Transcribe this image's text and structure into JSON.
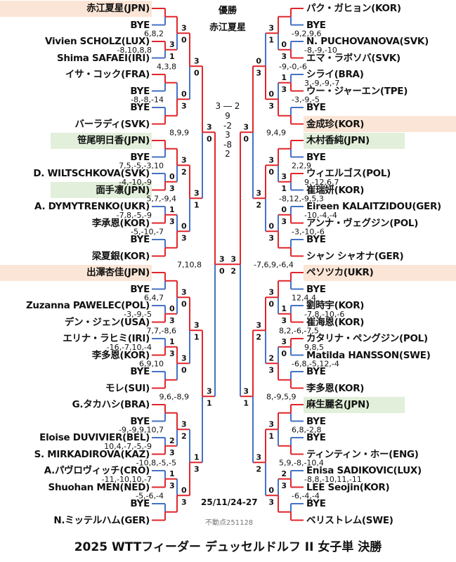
{
  "title": "2025 WTTフィーダー デュッセルドルフ II 女子単 決勝",
  "champion_label": "優勝",
  "champion_name": "赤江夏星",
  "final": {
    "score": "3 ― 2",
    "games": [
      "9",
      "-2",
      "3",
      "-8",
      "2"
    ],
    "s": [
      3,
      2
    ]
  },
  "date": "25/11/24-27",
  "stamp": "不動点251128",
  "colors": {
    "win": "#e0262b",
    "lose": "#4472c4",
    "peach": "#fbe5d6",
    "green": "#e2efda"
  },
  "left": {
    "players": [
      {
        "name": "赤江夏星(JPN)",
        "hl": "peach"
      },
      {
        "name": "BYE"
      },
      {
        "name": "Vivien SCHOLZ(LUX)"
      },
      {
        "name": "Shima SAFAEI(IRI)"
      },
      {
        "name": "イサ・コック(FRA)"
      },
      {
        "name": "BYE"
      },
      {
        "name": "BYE"
      },
      {
        "name": "バーラディ(SVK)"
      },
      {
        "name": "笹尾明日香(JPN)",
        "hl": "green"
      },
      {
        "name": "BYE"
      },
      {
        "name": "D. WILTSCHKOVA(SVK)"
      },
      {
        "name": "面手凛(JPN)",
        "hl": "green"
      },
      {
        "name": "A. DYMYTRENKO(UKR)"
      },
      {
        "name": "李承恩(KOR)"
      },
      {
        "name": "BYE"
      },
      {
        "name": "梁夏銀(KOR)"
      },
      {
        "name": "出澤杏佳(JPN)",
        "hl": "peach"
      },
      {
        "name": "BYE"
      },
      {
        "name": "Zuzanna PAWELEC(POL)"
      },
      {
        "name": "デン・ジェン(USA)"
      },
      {
        "name": "エリナ・ラヒミ(IRI)"
      },
      {
        "name": "李多恩(KOR)"
      },
      {
        "name": "BYE"
      },
      {
        "name": "モレ(SUI)"
      },
      {
        "name": "G.タカハシ(BRA)"
      },
      {
        "name": "BYE"
      },
      {
        "name": "Eloise DUVIVIER(BEL)"
      },
      {
        "name": "S. MIRKADIROVA(KAZ)"
      },
      {
        "name": "A.パヴロヴィッチ(CRO)"
      },
      {
        "name": "Shuohan MEN(NED)"
      },
      {
        "name": "BYE"
      },
      {
        "name": "N.ミッテルハム(GER)"
      }
    ],
    "rounds": [
      [
        {
          "s": null
        },
        {
          "s": [
            3,
            1
          ],
          "g": "-8,10,8,8"
        },
        {
          "s": null
        },
        {
          "s": null
        },
        {
          "s": null
        },
        {
          "s": [
            0,
            3
          ],
          "g": "-4,-10,-9"
        },
        {
          "s": [
            1,
            3
          ],
          "g": "-7,8,-5,-9"
        },
        {
          "s": null
        },
        {
          "s": null
        },
        {
          "s": [
            0,
            3
          ],
          "g": "-3,-9,-5"
        },
        {
          "s": [
            1,
            3
          ],
          "g": "-16,-7,10,-4"
        },
        {
          "s": null
        },
        {
          "s": null
        },
        {
          "s": [
            2,
            3
          ],
          "g": "10,4,-7,-5,-9"
        },
        {
          "s": [
            1,
            3
          ],
          "g": "-11,-10,10,-7"
        },
        {
          "s": null
        }
      ],
      [
        {
          "s": [
            3,
            0
          ],
          "g": "6,8,2"
        },
        {
          "s": [
            0,
            3
          ],
          "g": "-8,-8,-14"
        },
        {
          "s": [
            3,
            2
          ],
          "g": "7,5,-5,-3,10"
        },
        {
          "s": [
            0,
            3
          ],
          "g": "-5,-10,-7"
        },
        {
          "s": [
            3,
            0
          ],
          "g": "6,4,7"
        },
        {
          "s": [
            3,
            0
          ],
          "g": "6,9,10"
        },
        {
          "s": [
            3,
            2
          ],
          "g": "-9,-9,9,10,7"
        },
        {
          "s": [
            0,
            3
          ],
          "g": "-5,-6,-4"
        }
      ],
      [
        {
          "s": [
            3,
            0
          ],
          "g": "4,3,8"
        },
        {
          "s": [
            3,
            1
          ],
          "g": "5,7,-9,4"
        },
        {
          "s": [
            3,
            1
          ],
          "g": "7,7,-8,6"
        },
        {
          "s": [
            1,
            3
          ],
          "g": "-10,8,-5,-5"
        }
      ],
      [
        {
          "s": [
            3,
            0
          ],
          "g": "8,9,9"
        },
        {
          "s": [
            3,
            1
          ],
          "g": "9,6,-8,9"
        }
      ],
      [
        {
          "s": [
            3,
            0
          ],
          "g": "7,10,8"
        }
      ]
    ]
  },
  "right": {
    "players": [
      {
        "name": "パク・ガヒョン(KOR)"
      },
      {
        "name": "BYE"
      },
      {
        "name": "N. PUCHOVANOVA(SVK)"
      },
      {
        "name": "エマ・ラボソバ(SVK)"
      },
      {
        "name": "シライ(BRA)"
      },
      {
        "name": "ウー・ジャーエン(TPE)"
      },
      {
        "name": "BYE"
      },
      {
        "name": "金成珍(KOR)",
        "hl": "peach"
      },
      {
        "name": "木村香純(JPN)",
        "hl": "green"
      },
      {
        "name": "BYE"
      },
      {
        "name": "ウィエルゴス(POL)"
      },
      {
        "name": "崔瑞妍(KOR)"
      },
      {
        "name": "Eireen KALAITZIDOU(GER)"
      },
      {
        "name": "アンナ・ヴェグジン(POL)"
      },
      {
        "name": "BYE"
      },
      {
        "name": "シャン シャオナ(GER)"
      },
      {
        "name": "ペソツカ(UKR)",
        "hl": "peach"
      },
      {
        "name": "BYE"
      },
      {
        "name": "劉時宇(KOR)"
      },
      {
        "name": "崔海恩(KOR)"
      },
      {
        "name": "カタリナ・ペングジン(POL)"
      },
      {
        "name": "Matilda HANSSON(SWE)"
      },
      {
        "name": "BYE"
      },
      {
        "name": "李多恩(KOR)"
      },
      {
        "name": "麻生麗名(JPN)",
        "hl": "green"
      },
      {
        "name": "BYE"
      },
      {
        "name": "BYE"
      },
      {
        "name": "ティンティン・ホー(ENG)"
      },
      {
        "name": "Enisa SADIKOVIC(LUX)"
      },
      {
        "name": "LEE Seojin(KOR)"
      },
      {
        "name": "BYE"
      },
      {
        "name": "ベリストレム(SWE)"
      }
    ],
    "rounds": [
      [
        {
          "s": null
        },
        {
          "s": [
            0,
            3
          ],
          "g": "-8,-9,-10"
        },
        {
          "s": [
            1,
            3
          ],
          "g": "3,-9,-9,-7"
        },
        {
          "s": null
        },
        {
          "s": null
        },
        {
          "s": [
            3,
            1
          ],
          "g": "9,-12,6,7"
        },
        {
          "s": [
            0,
            3
          ],
          "g": "-10,-4,-4"
        },
        {
          "s": null
        },
        {
          "s": null
        },
        {
          "s": [
            1,
            3
          ],
          "g": "-7,8,-10,-6"
        },
        {
          "s": [
            3,
            0
          ],
          "g": "9,8,5"
        },
        {
          "s": null
        },
        {
          "s": null
        },
        {
          "s": null
        },
        {
          "s": [
            2,
            3
          ],
          "g": "-8,8,-10,11,-11"
        },
        {
          "s": null
        }
      ],
      [
        {
          "s": [
            3,
            1
          ],
          "g": "-9,2,9,6"
        },
        {
          "s": [
            0,
            3
          ],
          "g": "-3,-9,-5"
        },
        {
          "s": [
            3,
            0
          ],
          "g": "2,2,9"
        },
        {
          "s": [
            0,
            3
          ],
          "g": "-3,-10,-6"
        },
        {
          "s": [
            3,
            0
          ],
          "g": "12,4,4"
        },
        {
          "s": [
            2,
            3
          ],
          "g": "-6,8,-5,12,-4"
        },
        {
          "s": [
            3,
            1
          ],
          "g": "6,8,-2,8"
        },
        {
          "s": [
            0,
            3
          ],
          "g": "-6,-4,-4"
        }
      ],
      [
        {
          "s": [
            0,
            3
          ],
          "g": "-9,-0,-6"
        },
        {
          "s": [
            3,
            2
          ],
          "g": "-8,12,-9,5,3"
        },
        {
          "s": [
            3,
            2
          ],
          "g": "8,2,-6,-7,5"
        },
        {
          "s": [
            3,
            2
          ],
          "g": "5,9,-8,-10,4"
        }
      ],
      [
        {
          "s": [
            3,
            0
          ],
          "g": "9,4,9"
        },
        {
          "s": [
            3,
            1
          ],
          "g": "8,-9,5,9"
        }
      ],
      [
        {
          "s": [
            3,
            2
          ],
          "g": "-7,6,9,-6,4"
        }
      ]
    ]
  }
}
